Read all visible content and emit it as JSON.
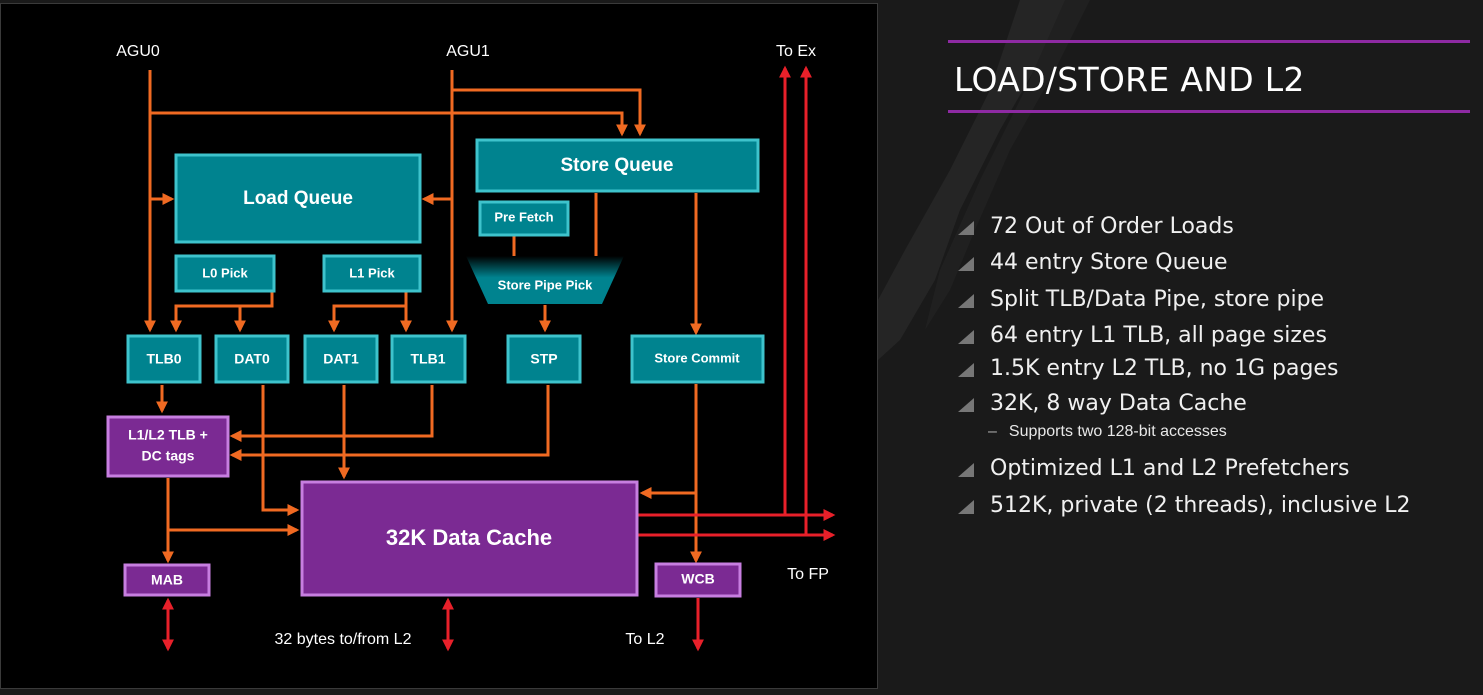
{
  "diagram": {
    "inputs": {
      "agu0": "AGU0",
      "agu1": "AGU1"
    },
    "boxes": {
      "load_queue": "Load Queue",
      "store_queue": "Store Queue",
      "pre_fetch": "Pre Fetch",
      "store_pipe_pick": "Store Pipe Pick",
      "l0_pick": "L0 Pick",
      "l1_pick": "L1 Pick",
      "tlb0": "TLB0",
      "dat0": "DAT0",
      "dat1": "DAT1",
      "tlb1": "TLB1",
      "stp": "STP",
      "store_commit": "Store Commit",
      "l1l2_tlb_line1": "L1/L2 TLB +",
      "l1l2_tlb_line2": "DC tags",
      "data_cache": "32K Data Cache",
      "mab": "MAB",
      "wcb": "WCB"
    },
    "labels": {
      "to_ex": "To Ex",
      "to_fp": "To FP",
      "to_l2": "To L2",
      "bytes_l2": "32 bytes to/from L2"
    },
    "colors": {
      "teal": "#00838f",
      "purple": "#7b2a93",
      "orange_arrow": "#f06a22",
      "red_arrow": "#e8202a",
      "title_rule": "#8e2aa3"
    }
  },
  "slide": {
    "title": "LOAD/STORE AND L2",
    "bullets": [
      "72 Out of Order Loads",
      "44 entry Store Queue",
      "Split TLB/Data Pipe, store pipe",
      "64 entry L1 TLB, all page sizes",
      "1.5K entry L2 TLB, no 1G pages",
      "32K, 8 way Data Cache",
      "Optimized L1 and L2 Prefetchers",
      "512K, private (2 threads), inclusive L2"
    ],
    "sub_bullet": "Supports two 128-bit accesses"
  }
}
